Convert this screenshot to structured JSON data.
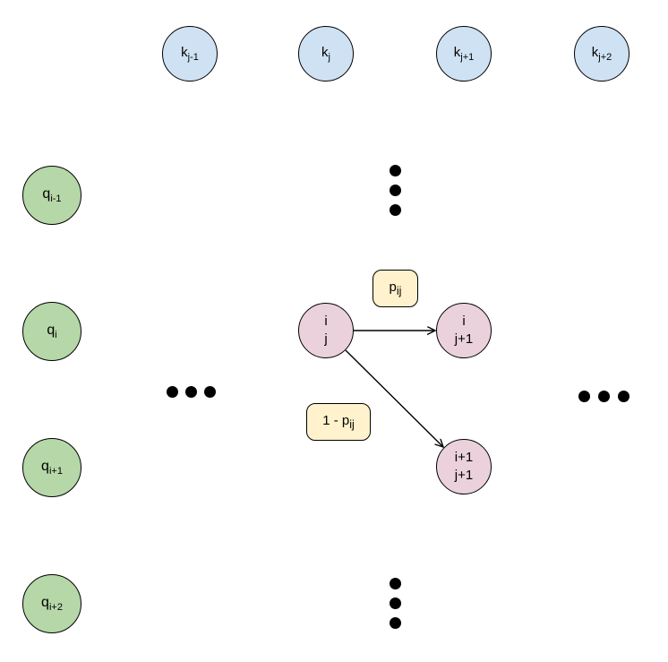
{
  "colors": {
    "keyFill": "#cfe2f3",
    "queryFill": "#b6d7a8",
    "stateFill": "#ead1dc",
    "labelFill": "#fff2cc",
    "stroke": "#000000",
    "dot": "#000000",
    "background": "#ffffff"
  },
  "nodes": {
    "keys": [
      {
        "base": "k",
        "sub": "j-1"
      },
      {
        "base": "k",
        "sub": "j"
      },
      {
        "base": "k",
        "sub": "j+1"
      },
      {
        "base": "k",
        "sub": "j+2"
      }
    ],
    "queries": [
      {
        "base": "q",
        "sub": "i-1"
      },
      {
        "base": "q",
        "sub": "i"
      },
      {
        "base": "q",
        "sub": "i+1"
      },
      {
        "base": "q",
        "sub": "i+2"
      }
    ],
    "states": [
      {
        "line1": "i",
        "line2": "j"
      },
      {
        "line1": "i",
        "line2": "j+1"
      },
      {
        "line1": "i+1",
        "line2": "j+1"
      }
    ]
  },
  "edge_labels": {
    "advance": {
      "base": "p",
      "sub": "ij"
    },
    "descend": {
      "base": "1 - p",
      "sub": "ij"
    }
  }
}
